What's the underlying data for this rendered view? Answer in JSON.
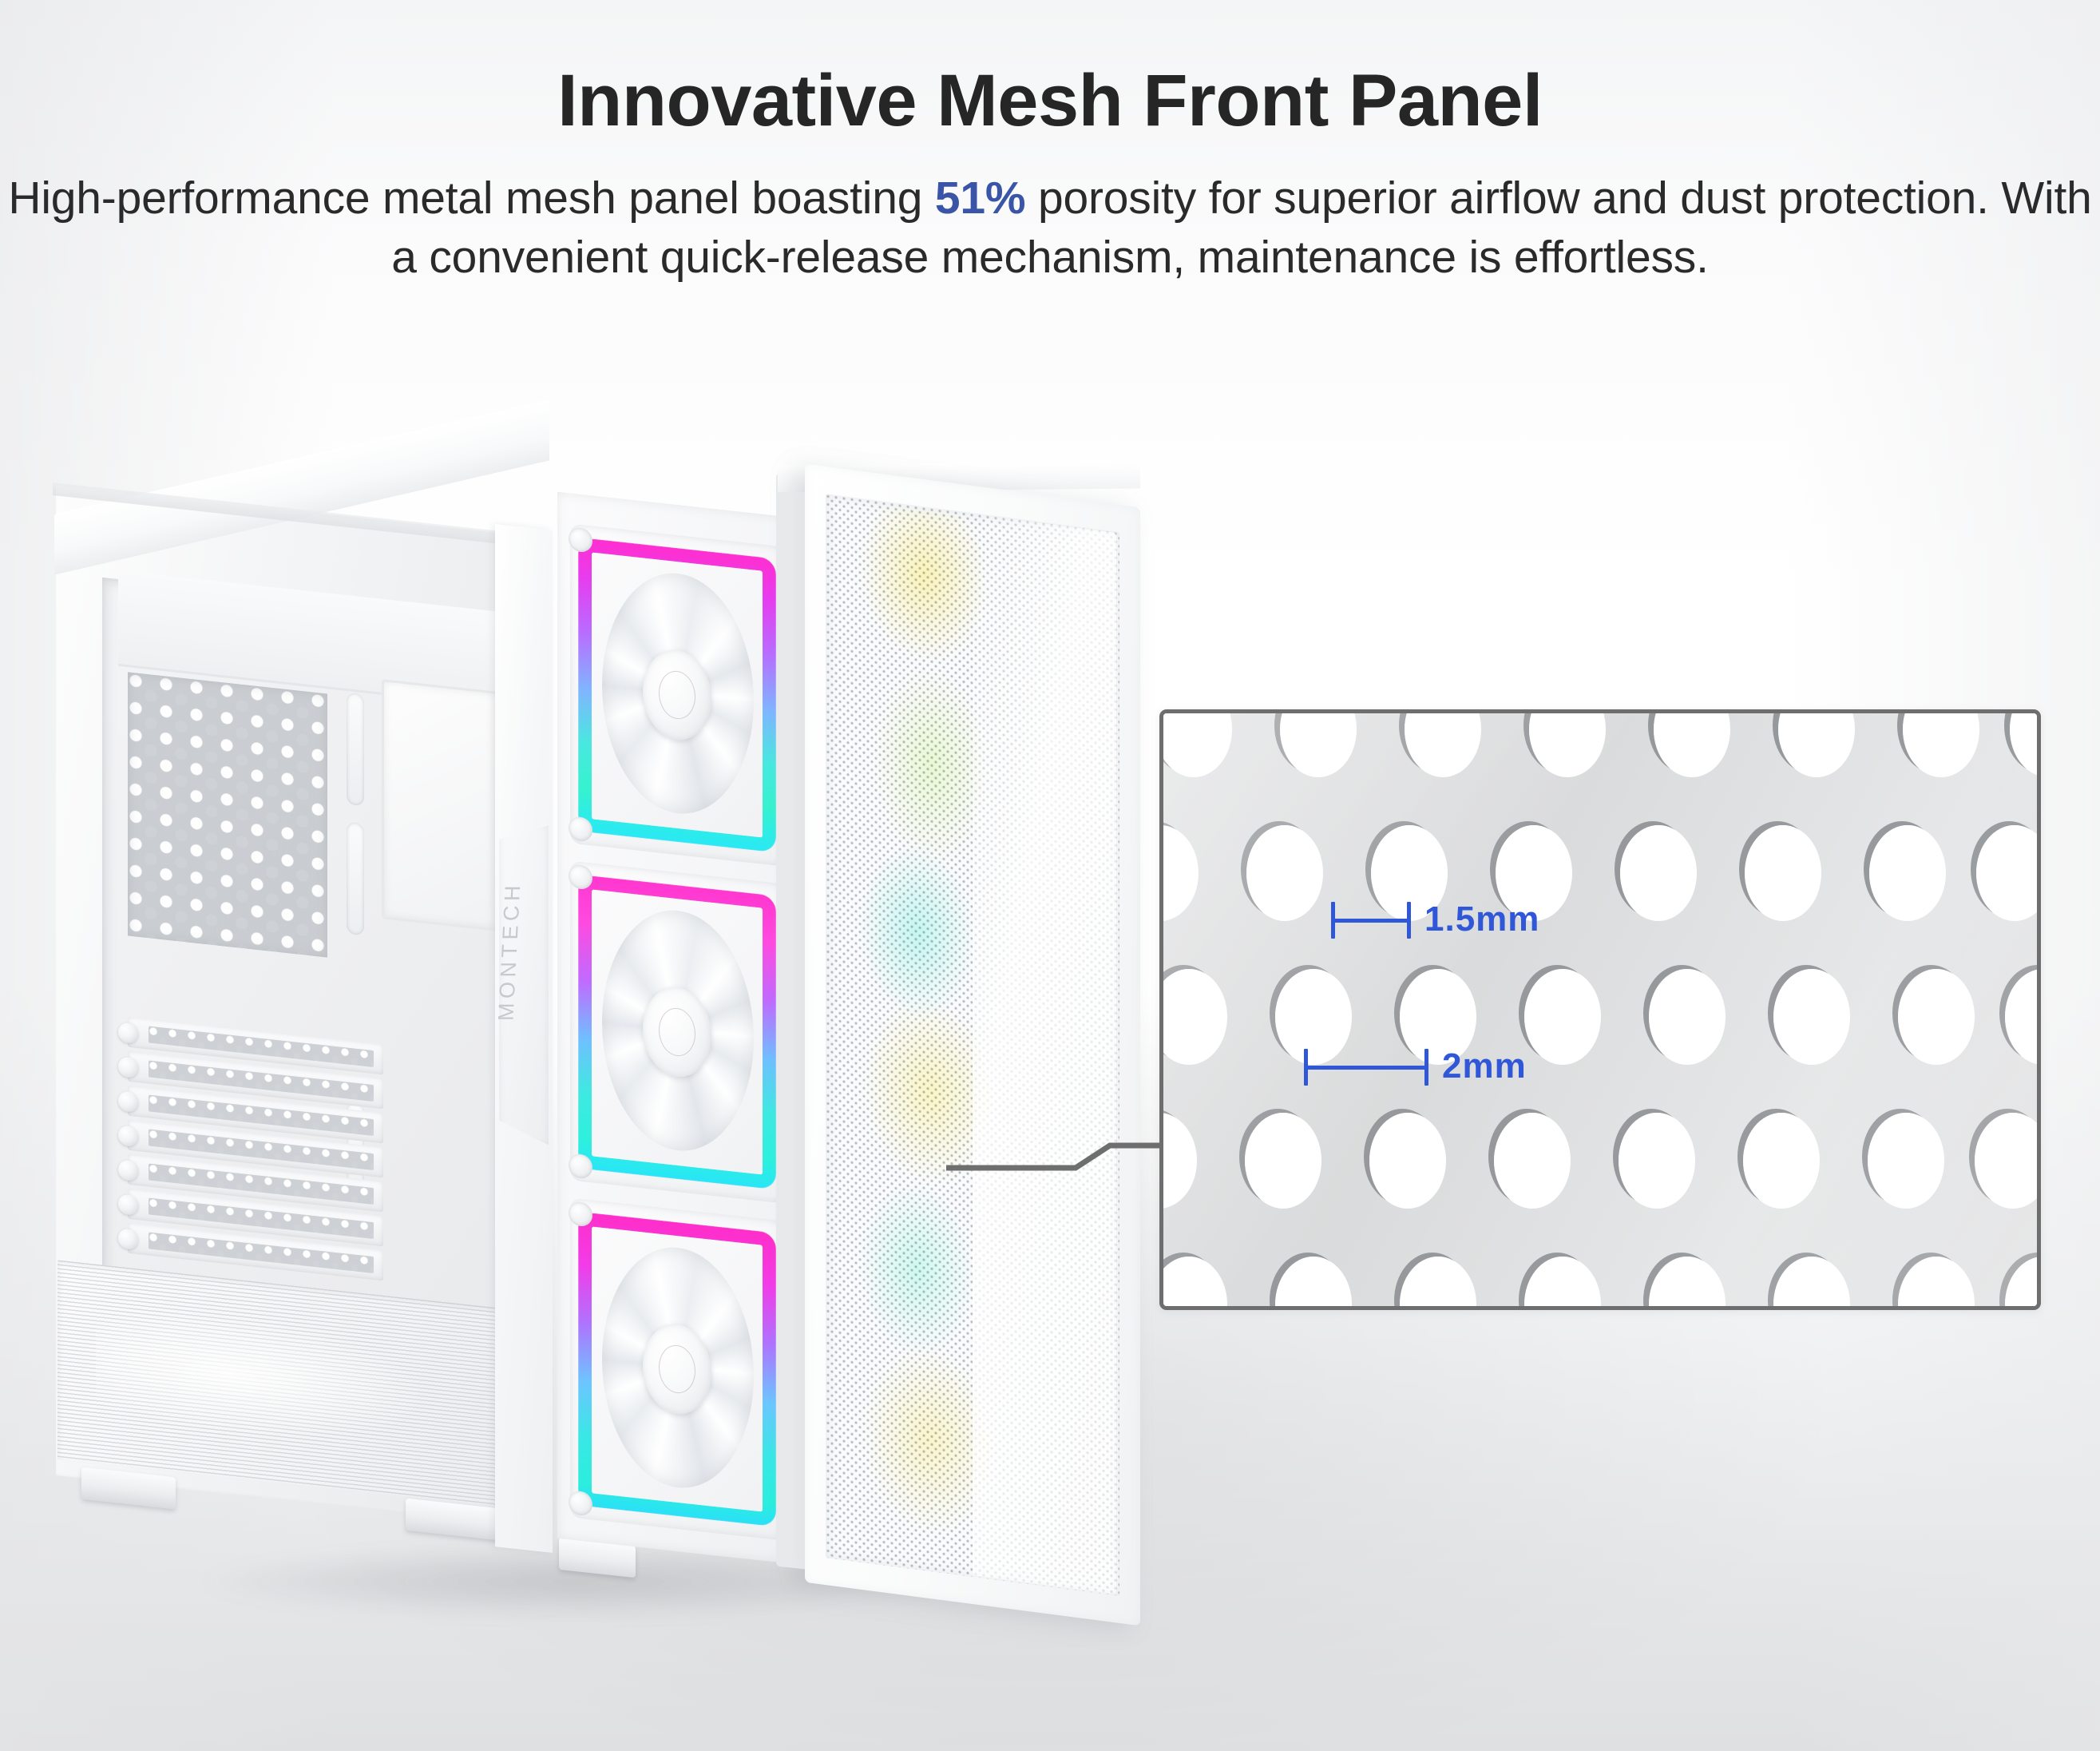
{
  "header": {
    "title": "Innovative Mesh Front Panel",
    "subtitle_part1": "High-performance metal mesh panel boasting ",
    "subtitle_highlight": "51%",
    "subtitle_part2": " porosity for superior airflow and dust protection. With a convenient quick-release mechanism, maintenance is effortless.",
    "accent_color": "#3a55a8"
  },
  "product": {
    "brand": "MONTECH",
    "case_color": "#ffffff",
    "fan_count": 3,
    "pci_slot_count": 7,
    "rgb_colors": [
      "#ff2fd0",
      "#b96cff",
      "#7fb6ff",
      "#49e8e0",
      "#29e9f5"
    ]
  },
  "callout": {
    "border_color": "#6e6e6e",
    "panel_color": "#dcdddf",
    "hole_color": "#ffffff",
    "dimension_color": "#2f57d8",
    "annotations": [
      {
        "label": "1.5mm",
        "meaning": "hole-diameter"
      },
      {
        "label": "2mm",
        "meaning": "hole-pitch"
      }
    ]
  }
}
